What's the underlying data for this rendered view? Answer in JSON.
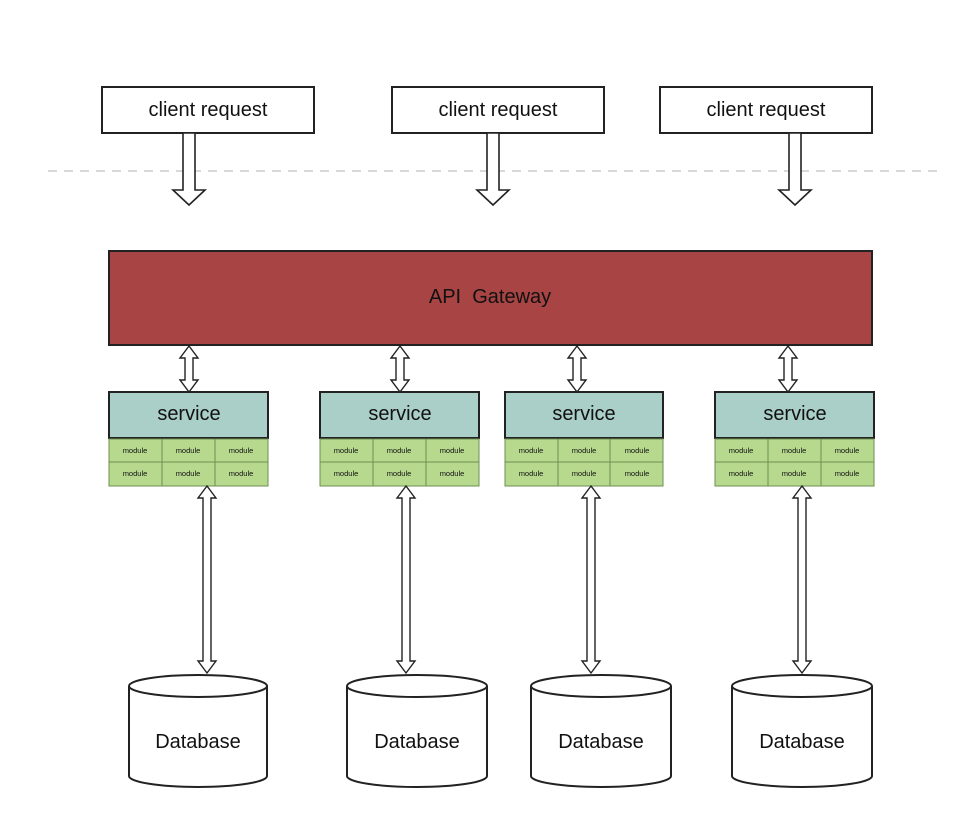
{
  "clients": [
    {
      "label": "client request"
    },
    {
      "label": "client request"
    },
    {
      "label": "client request"
    }
  ],
  "gateway": {
    "label": "API  Gateway"
  },
  "services": [
    {
      "label": "service",
      "modules": [
        "module",
        "module",
        "module",
        "module",
        "module",
        "module"
      ]
    },
    {
      "label": "service",
      "modules": [
        "module",
        "module",
        "module",
        "module",
        "module",
        "module"
      ]
    },
    {
      "label": "service",
      "modules": [
        "module",
        "module",
        "module",
        "module",
        "module",
        "module"
      ]
    },
    {
      "label": "service",
      "modules": [
        "module",
        "module",
        "module",
        "module",
        "module",
        "module"
      ]
    }
  ],
  "databases": [
    {
      "label": "Database"
    },
    {
      "label": "Database"
    },
    {
      "label": "Database"
    },
    {
      "label": "Database"
    }
  ],
  "colors": {
    "gateway_fill": "#a84443",
    "service_fill": "#aacec8",
    "module_fill": "#b7d98e",
    "module_border": "#6d8f52",
    "divider": "#cccccc"
  }
}
